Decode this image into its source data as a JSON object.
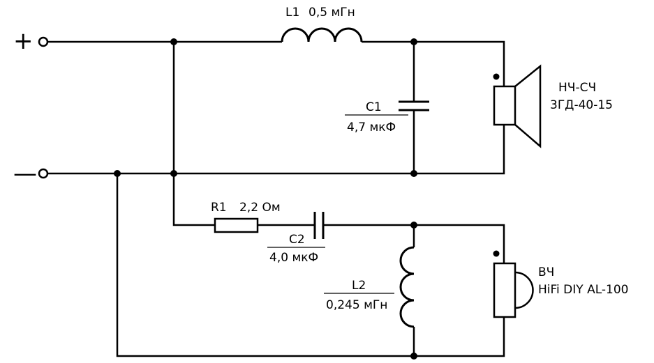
{
  "terminals": {
    "plus": "+",
    "minus": "—"
  },
  "components": {
    "L1": {
      "ref": "L1",
      "value": "0,5 мГн"
    },
    "C1": {
      "ref": "C1",
      "value": "4,7 мкФ"
    },
    "R1": {
      "ref": "R1",
      "value": "2,2 Ом"
    },
    "C2": {
      "ref": "C2",
      "value": "4,0 мкФ"
    },
    "L2": {
      "ref": "L2",
      "value": "0,245 мГн"
    }
  },
  "speakers": {
    "woofer": {
      "line1": "НЧ-СЧ",
      "line2": "3ГД-40-15"
    },
    "tweeter": {
      "line1": "ВЧ",
      "line2": "HiFi DIY AL-100"
    }
  }
}
